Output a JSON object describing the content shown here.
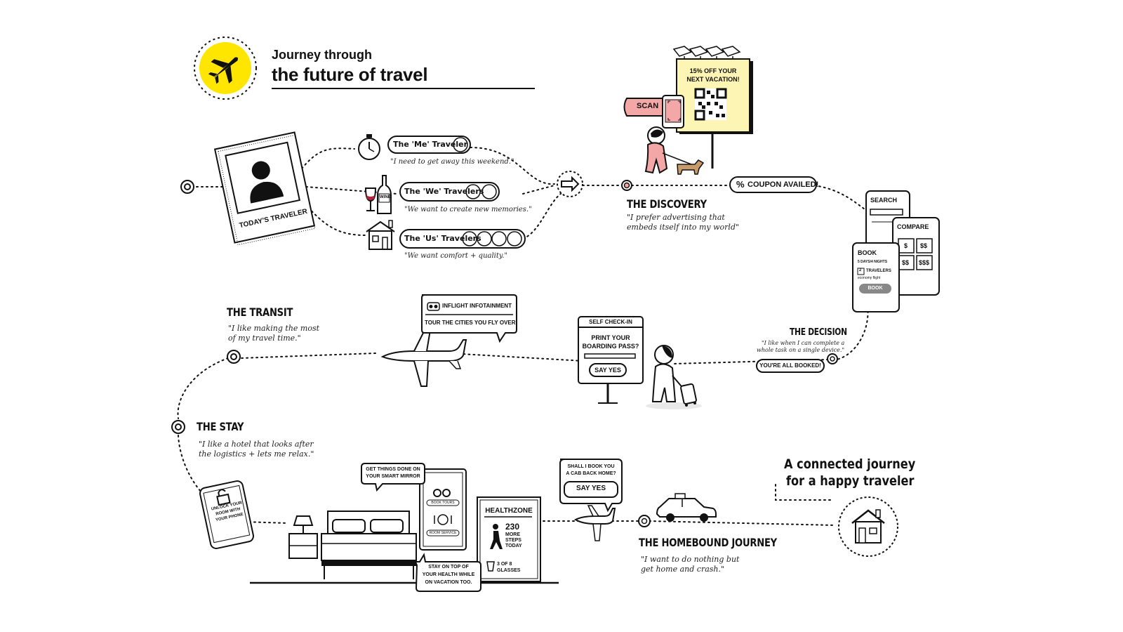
{
  "header": {
    "kicker": "Journey through",
    "title": "the future of travel"
  },
  "traveler_card": {
    "label": "TODAY'S TRAVELER"
  },
  "traveler_types": [
    {
      "name": "The 'Me' Traveler",
      "quote": "\"I need to get away this weekend.\""
    },
    {
      "name": "The 'We' Travelers",
      "quote": "\"We want to create new memories.\""
    },
    {
      "name": "The 'Us' Travelers",
      "quote": "\"We want comfort + quality.\""
    }
  ],
  "wine_label": "WINE",
  "discovery": {
    "title": "THE DISCOVERY",
    "quote_line1": "\"I prefer advertising that",
    "quote_line2": "embeds itself into my world\"",
    "scan_label": "SCAN",
    "billboard_line1": "15% OFF YOUR",
    "billboard_line2": "NEXT VACATION!",
    "coupon_label": "COUPON AVAILED!",
    "coupon_icon": "%"
  },
  "devices": {
    "search_label": "SEARCH",
    "compare_label": "COMPARE",
    "compare_prices": [
      "$",
      "$$",
      "$$",
      "$$$"
    ],
    "book_label": "BOOK",
    "book_detail1": "5 DAYS/4 NIGHTS",
    "book_travelers_count": "2",
    "book_detail2": "TRAVELERS",
    "book_detail3": "economy flight",
    "book_button": "BOOK"
  },
  "decision": {
    "title": "THE DECISION",
    "quote_line1": "\"I like when I can complete a",
    "quote_line2": "whole task on a single device.\"",
    "booked_label": "YOU'RE ALL BOOKED!"
  },
  "checkin": {
    "header": "SELF CHECK-IN",
    "line1": "PRINT YOUR",
    "line2": "BOARDING PASS?",
    "button": "SAY YES"
  },
  "transit": {
    "title": "THE TRANSIT",
    "quote_line1": "\"I like making the most",
    "quote_line2": "of my travel time.\"",
    "bubble_line1": "INFLIGHT INFOTAINMENT",
    "bubble_line2": "TOUR THE CITIES YOU FLY OVER"
  },
  "stay": {
    "title": "THE STAY",
    "quote_line1": "\"I like a hotel that looks after",
    "quote_line2": "the logistics + lets me relax.\"",
    "phone_line1": "UNLOCK YOUR",
    "phone_line2": "ROOM WITH",
    "phone_line3": "YOUR PHONE",
    "mirror_bubble1": "GET THINGS DONE ON",
    "mirror_bubble2": "YOUR SMART MIRROR",
    "mirror_btn1": "BOOK TOURS",
    "mirror_btn2": "ROOM SERVICE",
    "health_title": "HEALTHZONE",
    "steps_number": "230",
    "steps_label1": "MORE",
    "steps_label2": "STEPS",
    "steps_label3": "TODAY",
    "glasses_label1": "3 OF 8",
    "glasses_label2": "GLASSES",
    "health_bubble1": "STAY ON TOP OF",
    "health_bubble2": "YOUR HEALTH WHILE",
    "health_bubble3": "ON VACATION TOO."
  },
  "cab": {
    "bubble1": "SHALL I BOOK YOU",
    "bubble2": "A CAB BACK HOME?",
    "button": "SAY YES"
  },
  "homebound": {
    "title": "THE HOMEBOUND JOURNEY",
    "quote_line1": "\"I want to do nothing but",
    "quote_line2": "get home and crash.\""
  },
  "closing": {
    "line1": "A connected journey",
    "line2": "for a happy traveler"
  },
  "colors": {
    "accent_yellow": "#ffe600",
    "billboard": "#fdf5b4",
    "person_pink": "#f4a7a7",
    "dog": "#c89b6d",
    "ink": "#111111"
  },
  "icons": [
    "airplane-icon",
    "stopwatch-icon",
    "wine-icon",
    "house-icon",
    "person-icon",
    "arrow-sign-icon",
    "qr-code-icon",
    "vr-goggles-icon",
    "lock-icon",
    "lamp-icon",
    "bed-icon",
    "walking-person-icon",
    "glass-icon",
    "taxi-icon",
    "home-icon"
  ]
}
